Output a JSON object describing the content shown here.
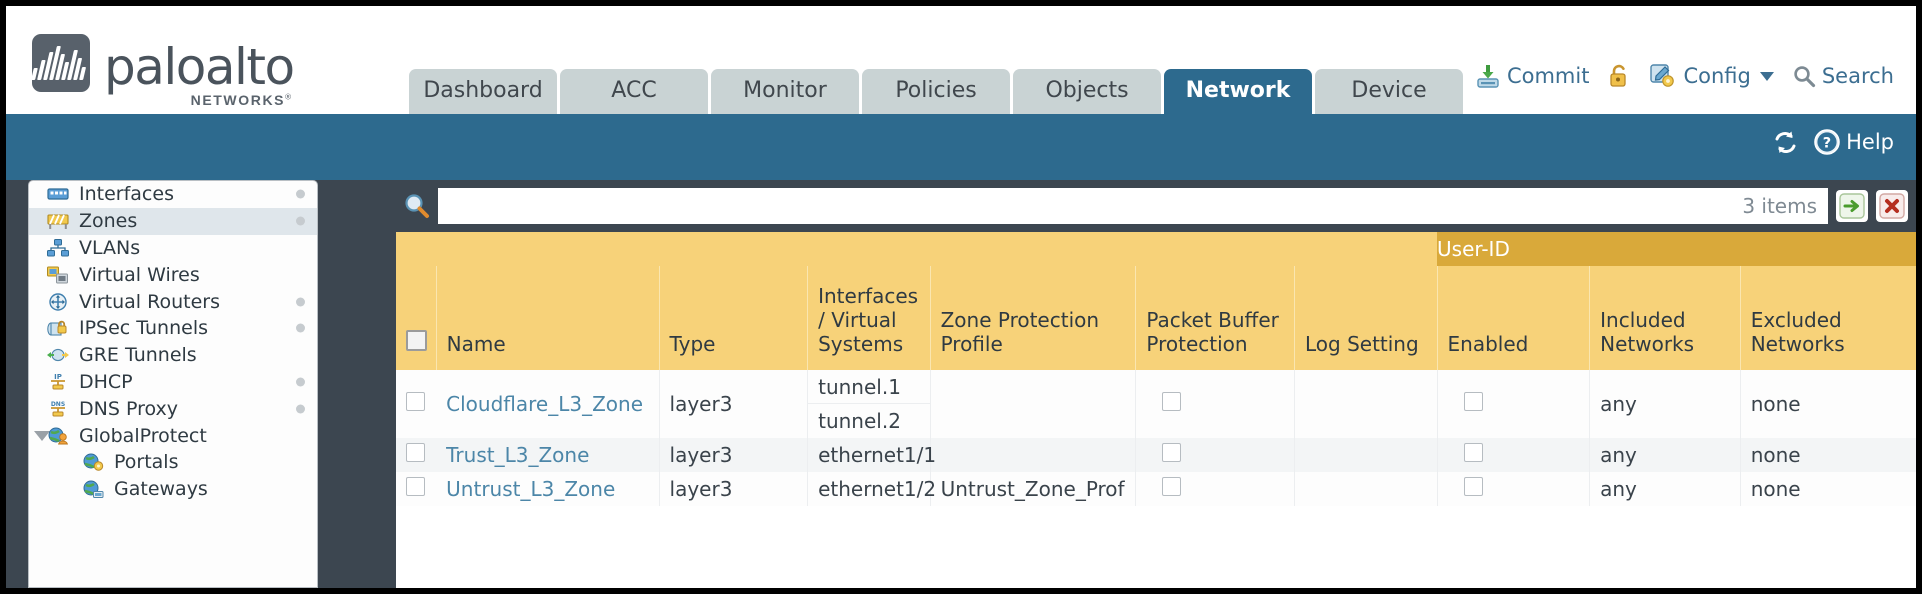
{
  "brand": {
    "name": "paloalto",
    "tagline": "NETWORKS",
    "registered": "®"
  },
  "nav": {
    "tabs": [
      {
        "label": "Dashboard",
        "active": false
      },
      {
        "label": "ACC",
        "active": false
      },
      {
        "label": "Monitor",
        "active": false
      },
      {
        "label": "Policies",
        "active": false
      },
      {
        "label": "Objects",
        "active": false
      },
      {
        "label": "Network",
        "active": true
      },
      {
        "label": "Device",
        "active": false
      }
    ]
  },
  "top_actions": {
    "commit": "Commit",
    "lock_icon": "unlocked-padlock-icon",
    "config": "Config",
    "search": "Search"
  },
  "banner": {
    "refresh_icon": "refresh-icon",
    "help": "Help"
  },
  "sidebar": {
    "items": [
      {
        "label": "Interfaces",
        "icon": "interfaces-icon",
        "dot": true,
        "selected": false,
        "indent": false,
        "expander": false
      },
      {
        "label": "Zones",
        "icon": "zones-icon",
        "dot": true,
        "selected": true,
        "indent": false,
        "expander": false
      },
      {
        "label": "VLANs",
        "icon": "vlans-icon",
        "dot": false,
        "selected": false,
        "indent": false,
        "expander": false
      },
      {
        "label": "Virtual Wires",
        "icon": "virtual-wires-icon",
        "dot": false,
        "selected": false,
        "indent": false,
        "expander": false
      },
      {
        "label": "Virtual Routers",
        "icon": "virtual-routers-icon",
        "dot": true,
        "selected": false,
        "indent": false,
        "expander": false
      },
      {
        "label": "IPSec Tunnels",
        "icon": "ipsec-tunnels-icon",
        "dot": true,
        "selected": false,
        "indent": false,
        "expander": false
      },
      {
        "label": "GRE Tunnels",
        "icon": "gre-tunnels-icon",
        "dot": false,
        "selected": false,
        "indent": false,
        "expander": false
      },
      {
        "label": "DHCP",
        "icon": "dhcp-icon",
        "dot": true,
        "selected": false,
        "indent": false,
        "expander": false
      },
      {
        "label": "DNS Proxy",
        "icon": "dns-proxy-icon",
        "dot": true,
        "selected": false,
        "indent": false,
        "expander": false
      },
      {
        "label": "GlobalProtect",
        "icon": "globalprotect-icon",
        "dot": false,
        "selected": false,
        "indent": false,
        "expander": true
      },
      {
        "label": "Portals",
        "icon": "portals-icon",
        "dot": false,
        "selected": false,
        "indent": true,
        "expander": false
      },
      {
        "label": "Gateways",
        "icon": "gateways-icon",
        "dot": false,
        "selected": false,
        "indent": true,
        "expander": false
      }
    ]
  },
  "search": {
    "value": "",
    "placeholder": "",
    "item_count": "3 items",
    "apply_icon": "green-arrow-apply-icon",
    "clear_icon": "red-x-clear-icon"
  },
  "table": {
    "group_header": "User-ID",
    "columns": [
      "Name",
      "Type",
      "Interfaces / Virtual Systems",
      "Zone Protection Profile",
      "Packet Buffer Protection",
      "Log Setting",
      "Enabled",
      "Included Networks",
      "Excluded Networks"
    ],
    "rows": [
      {
        "name": "Cloudflare_L3_Zone",
        "type": "layer3",
        "interfaces": [
          "tunnel.1",
          "tunnel.2"
        ],
        "zone_protection_profile": "",
        "packet_buffer_protection": false,
        "log_setting": "",
        "userid_enabled": false,
        "included_networks": "any",
        "excluded_networks": "none"
      },
      {
        "name": "Trust_L3_Zone",
        "type": "layer3",
        "interfaces": [
          "ethernet1/1"
        ],
        "zone_protection_profile": "",
        "packet_buffer_protection": false,
        "log_setting": "",
        "userid_enabled": false,
        "included_networks": "any",
        "excluded_networks": "none"
      },
      {
        "name": "Untrust_L3_Zone",
        "type": "layer3",
        "interfaces": [
          "ethernet1/2"
        ],
        "zone_protection_profile": "Untrust_Zone_Prof",
        "packet_buffer_protection": false,
        "log_setting": "",
        "userid_enabled": false,
        "included_networks": "any",
        "excluded_networks": "none"
      }
    ]
  },
  "colors": {
    "brand_blue": "#2d6a8e",
    "header_amber": "#f7d279",
    "group_amber": "#d9a93a",
    "link_blue": "#4c86a8",
    "body_dark": "#3c4650"
  }
}
